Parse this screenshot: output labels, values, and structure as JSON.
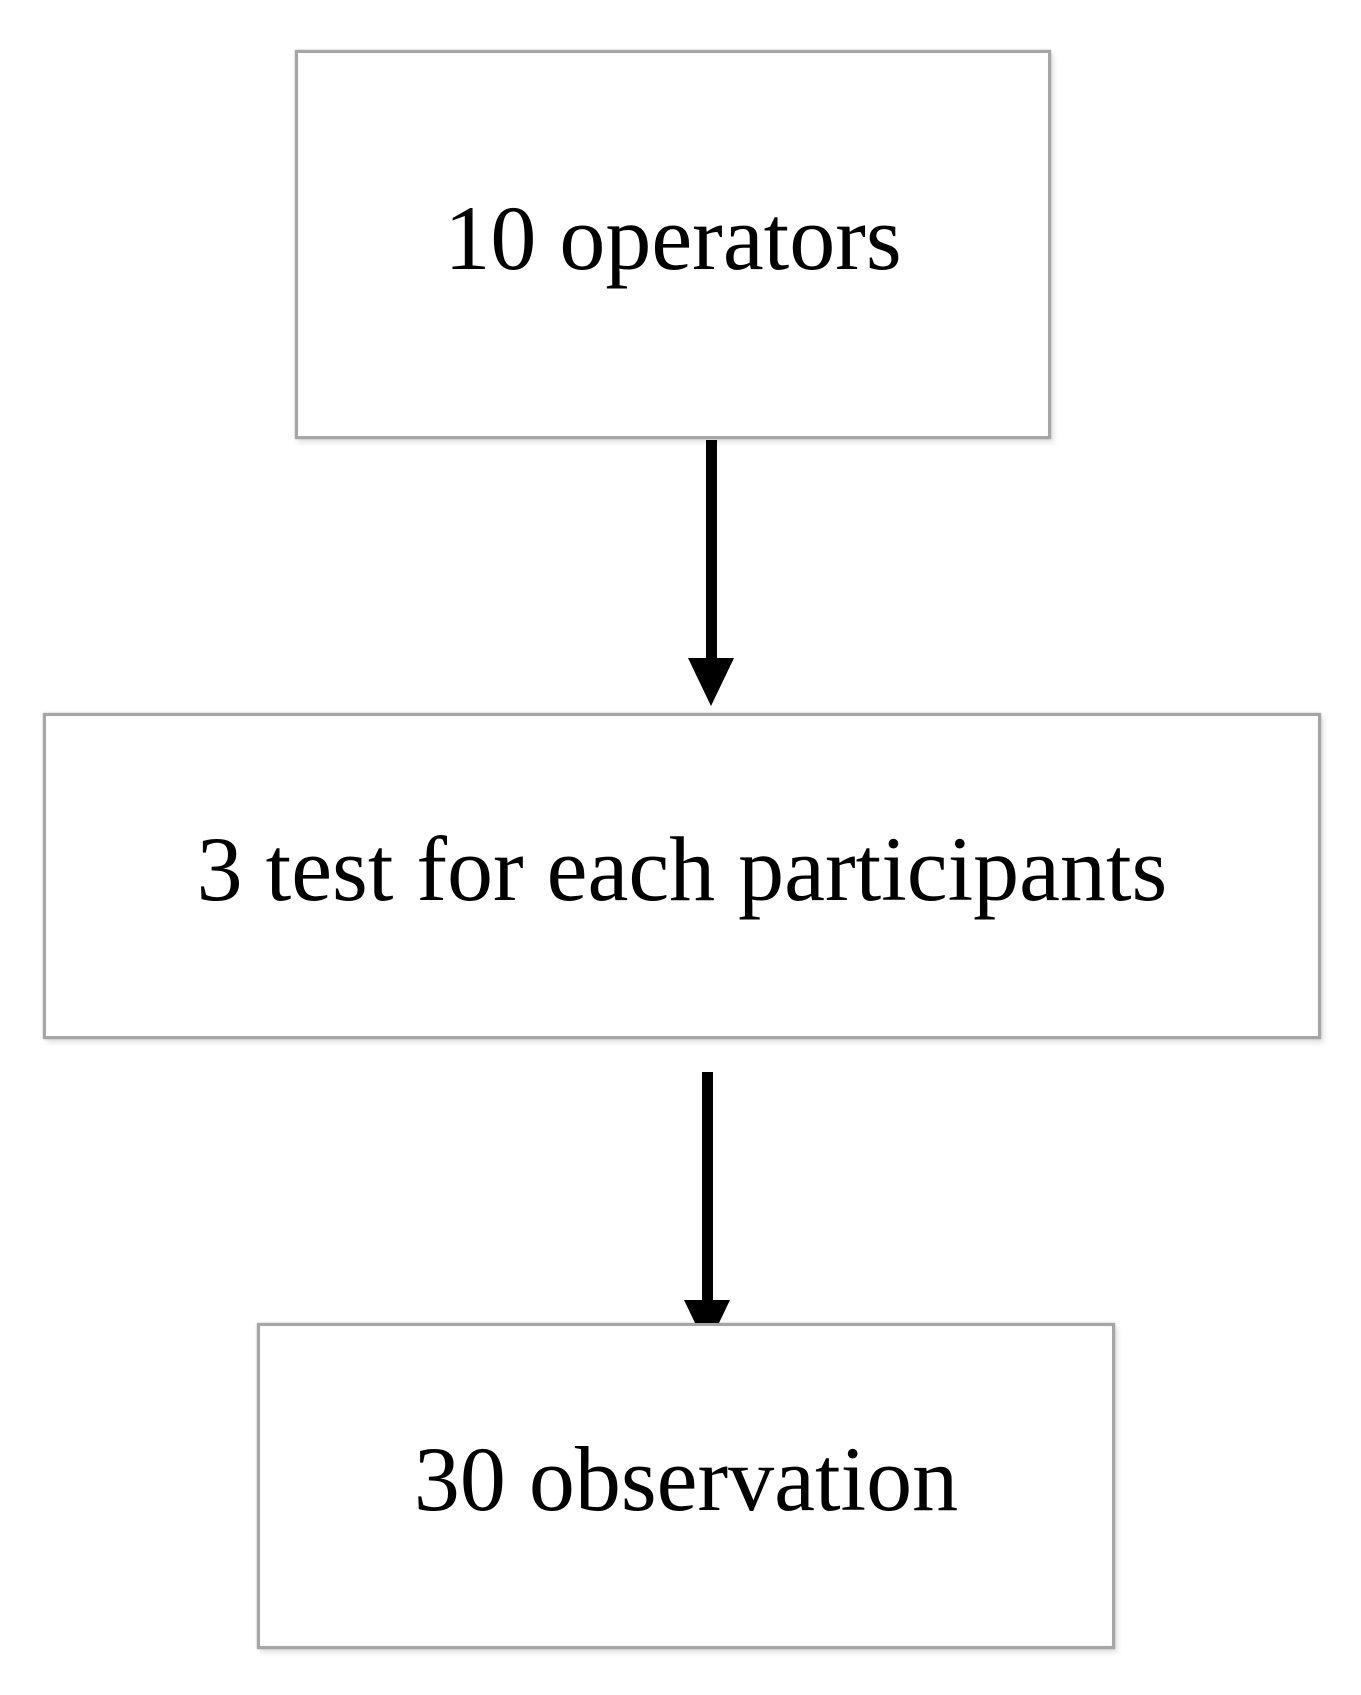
{
  "diagram": {
    "type": "flowchart",
    "direction": "top-down",
    "nodes": [
      {
        "id": "operators",
        "label": "10 operators"
      },
      {
        "id": "tests-per-participant",
        "label": "3 test for each participants"
      },
      {
        "id": "observations",
        "label": "30 observation"
      }
    ],
    "connectors": [
      {
        "from": "operators",
        "to": "tests-per-participant",
        "style": "solid-down-arrow"
      },
      {
        "from": "tests-per-participant",
        "to": "observations",
        "style": "solid-down-arrow"
      }
    ],
    "colors": {
      "background": "#ffffff",
      "box_fill": "#ffffff",
      "box_border": "#a6a6a6",
      "arrow": "#000000",
      "text": "#000000"
    }
  }
}
